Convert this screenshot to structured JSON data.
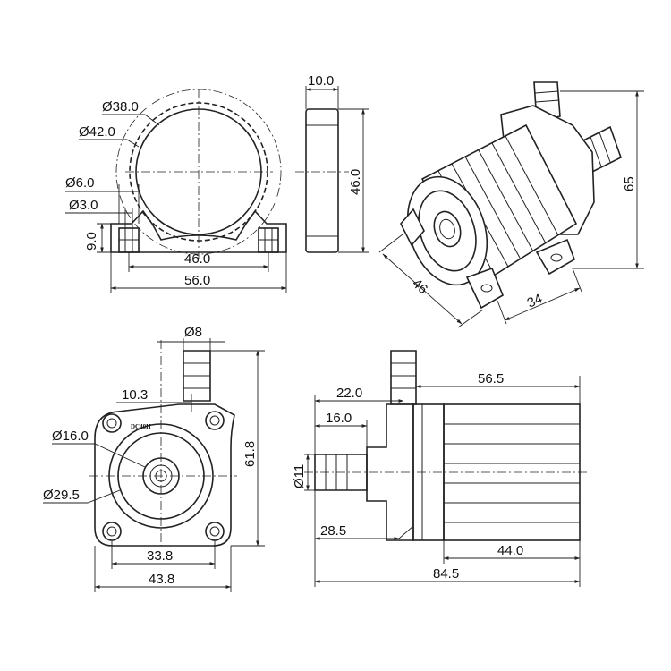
{
  "front_view": {
    "dia_38": "Ø38.0",
    "dia_42": "Ø42.0",
    "dia_6": "Ø6.0",
    "dia_3": "Ø3.0",
    "height_9": "9.0",
    "width_46": "46.0",
    "width_56": "56.0"
  },
  "side_view": {
    "thickness": "10.0",
    "height": "46.0"
  },
  "iso_view": {
    "height": "65",
    "width": "46",
    "depth": "34"
  },
  "end_view": {
    "outlet_dia": "Ø8",
    "outlet_offset": "10.3",
    "inlet_dia": "Ø16.0",
    "body_dia": "Ø29.5",
    "height": "61.8",
    "mount_spacing": "33.8",
    "width": "43.8",
    "model_label": "DC40H"
  },
  "profile_view": {
    "outlet_pos": "22.0",
    "inlet_len": "16.0",
    "inlet_dia": "Ø11",
    "motor_len": "56.5",
    "head_len": "28.5",
    "body_len": "44.0",
    "total_len": "84.5"
  }
}
